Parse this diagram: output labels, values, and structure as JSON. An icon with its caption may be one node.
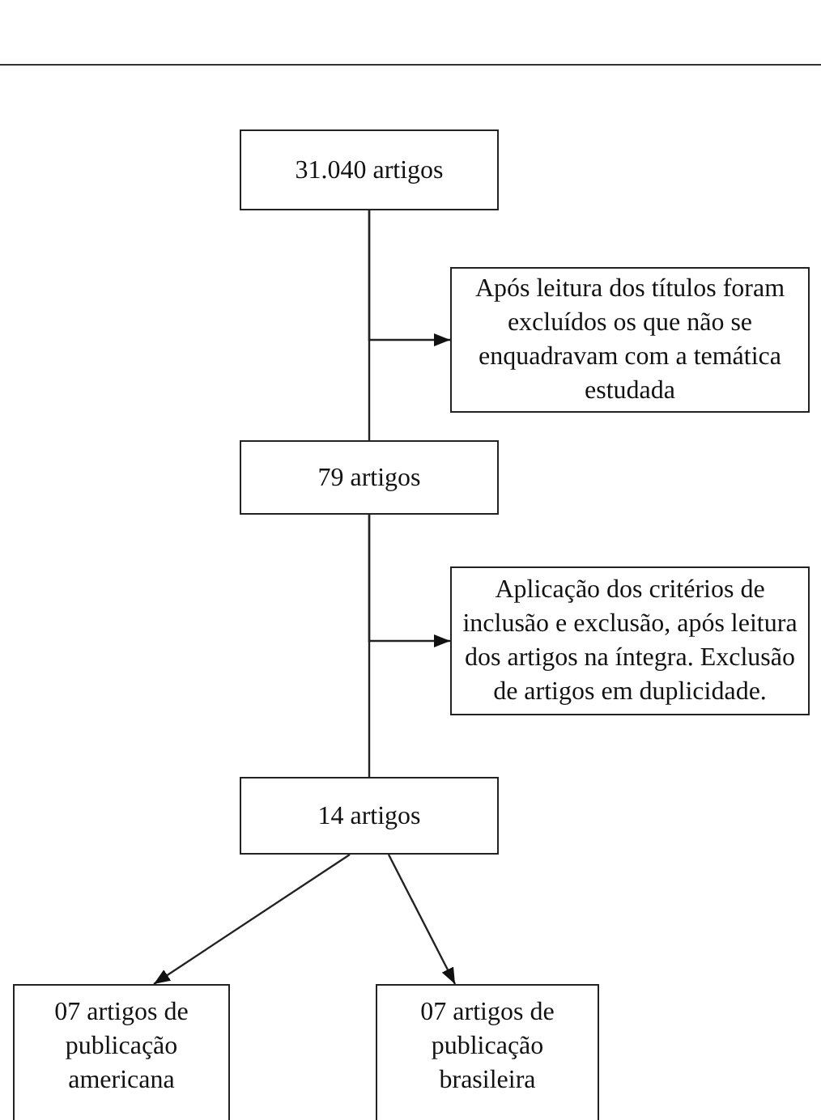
{
  "diagram": {
    "nodes": [
      {
        "text": [
          "31.040 artigos"
        ]
      },
      {
        "text": [
          "Após leitura dos títulos foram excluídos os que não se enquadravam com a temática estudada"
        ]
      },
      {
        "text": [
          "79 artigos"
        ]
      },
      {
        "text": [
          "Aplicação dos critérios de inclusão e exclusão, após leitura dos artigos na íntegra. Exclusão de artigos em duplicidade."
        ]
      },
      {
        "text": [
          "14 artigos"
        ]
      },
      {
        "text": [
          "07 artigos de publicação americana"
        ]
      },
      {
        "text": [
          "07 artigos de publicação brasileira"
        ]
      }
    ],
    "edges": [
      {
        "from": 0,
        "to": 2,
        "arrow": "none"
      },
      {
        "from": 0,
        "to": 1,
        "arrow": "to"
      },
      {
        "from": 2,
        "to": 4,
        "arrow": "none"
      },
      {
        "from": 2,
        "to": 3,
        "arrow": "to"
      },
      {
        "from": 4,
        "to": 5,
        "arrow": "to"
      },
      {
        "from": 4,
        "to": 6,
        "arrow": "to"
      }
    ]
  }
}
